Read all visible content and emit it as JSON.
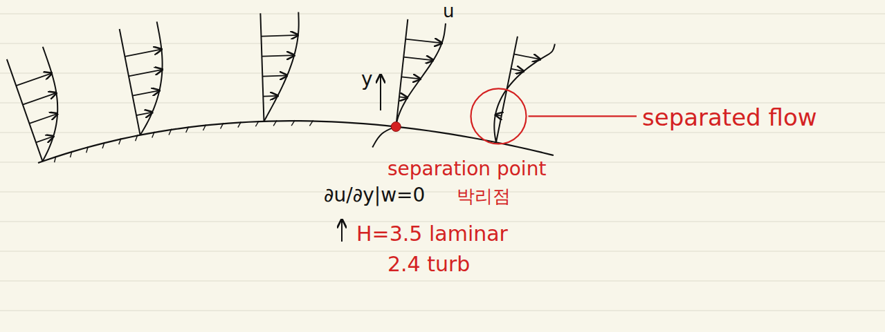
{
  "diagram": {
    "labels": [
      "u",
      "y",
      "separated flow",
      "separation point",
      "∂u/∂y|w=0",
      "박리점",
      "H=3.5 laminar",
      "2.4 turb"
    ]
  }
}
